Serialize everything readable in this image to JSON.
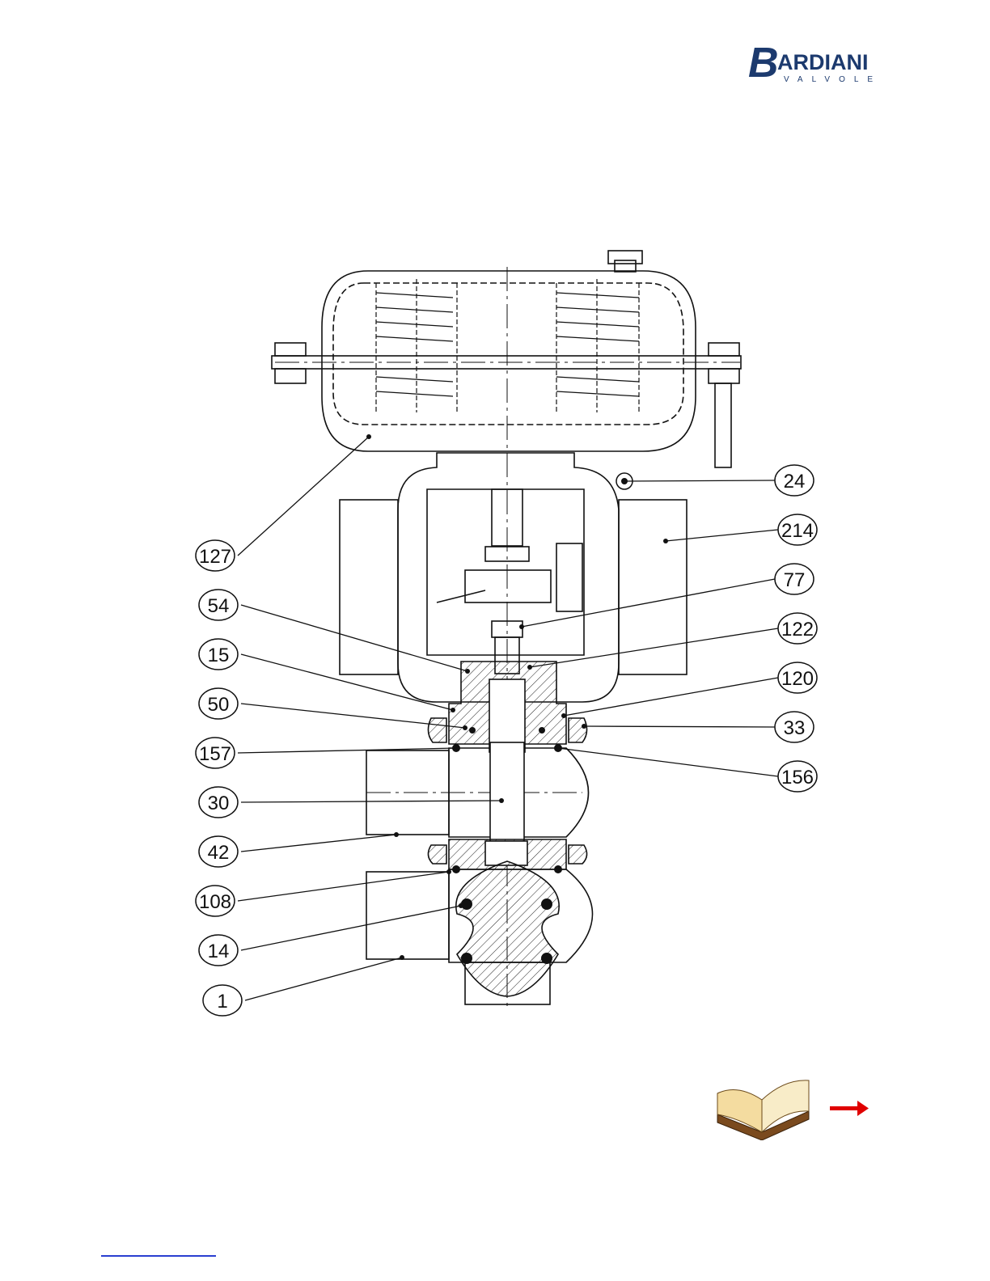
{
  "brand": {
    "initial": "B",
    "name": "ARDIANI",
    "subtitle": "VALVOLE",
    "color": "#1c3a6e"
  },
  "callouts": [
    {
      "label": "24"
    },
    {
      "label": "214"
    },
    {
      "label": "127"
    },
    {
      "label": "77"
    },
    {
      "label": "54"
    },
    {
      "label": "122"
    },
    {
      "label": "15"
    },
    {
      "label": "120"
    },
    {
      "label": "50"
    },
    {
      "label": "33"
    },
    {
      "label": "157"
    },
    {
      "label": "156"
    },
    {
      "label": "30"
    },
    {
      "label": "42"
    },
    {
      "label": "108"
    },
    {
      "label": "14"
    },
    {
      "label": "1"
    }
  ],
  "navigation": {
    "book_icon": "open-book-icon",
    "arrow_icon": "arrow-right-icon",
    "arrow_color": "#e00000"
  }
}
